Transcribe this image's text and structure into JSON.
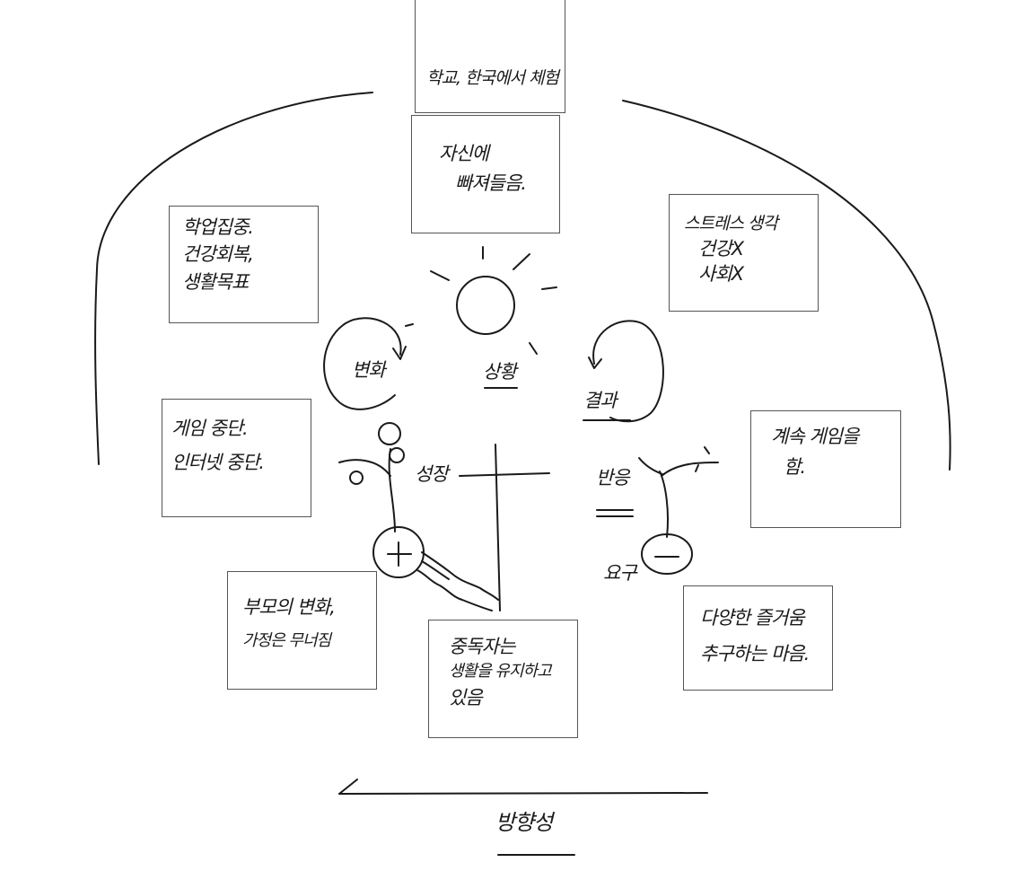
{
  "center": {
    "sun_label": "상황",
    "left_loop_label": "변화",
    "right_loop_label": "결과",
    "plant_left_label": "성장",
    "plant_right_label": "반응",
    "root_right_label": "요구",
    "footer_label": "방향성"
  },
  "notes": {
    "top_header": {
      "lines": [
        "학교, 한국에서 체험"
      ]
    },
    "top_center": {
      "lines": [
        "자신에",
        "빠져들음."
      ]
    },
    "top_left": {
      "lines": [
        "학업집중.",
        "건강회복,",
        "생활목표"
      ]
    },
    "top_right": {
      "lines": [
        "스트레스 생각",
        "건강X",
        "사회X"
      ]
    },
    "mid_left": {
      "lines": [
        "게임 중단.",
        "인터넷 중단."
      ]
    },
    "mid_right": {
      "lines": [
        "계속 게임을",
        "함."
      ]
    },
    "bottom_left": {
      "lines": [
        "부모의 변화,",
        "가정은 무너짐"
      ]
    },
    "bottom_center": {
      "lines": [
        "중독자는",
        "생활을 유지하고",
        "있음"
      ]
    },
    "bottom_right": {
      "lines": [
        "다양한 즐거움",
        "추구하는 마음."
      ]
    }
  },
  "signs": {
    "plus": "+",
    "minus": "−"
  },
  "colors": {
    "ink": "#1a1a1a",
    "box_border": "#555555"
  }
}
